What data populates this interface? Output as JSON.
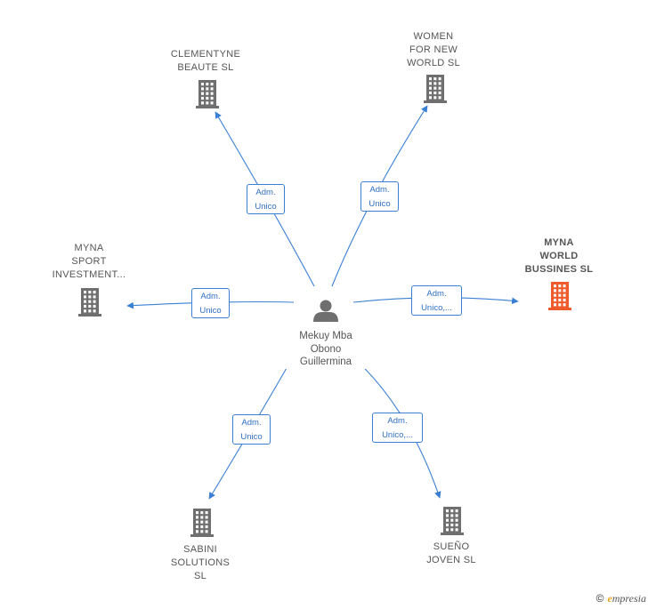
{
  "center": {
    "name_lines": [
      "Mekuy Mba",
      "Obono",
      "Guillermina"
    ],
    "icon": "person-icon"
  },
  "companies": [
    {
      "id": "clementyne",
      "lines": [
        "CLEMENTYNE",
        "BEAUTE  SL"
      ],
      "icon": "building-icon",
      "highlight": false
    },
    {
      "id": "women",
      "lines": [
        "WOMEN",
        "FOR NEW",
        "WORLD  SL"
      ],
      "icon": "building-icon",
      "highlight": false
    },
    {
      "id": "myna-sport",
      "lines": [
        "MYNA",
        "SPORT",
        "INVESTMENT..."
      ],
      "icon": "building-icon",
      "highlight": false
    },
    {
      "id": "myna-world",
      "lines": [
        "MYNA",
        "WORLD",
        "BUSSINES  SL"
      ],
      "icon": "building-icon",
      "highlight": true
    },
    {
      "id": "sabini",
      "lines": [
        "SABINI",
        "SOLUTIONS",
        "SL"
      ],
      "icon": "building-icon",
      "highlight": false
    },
    {
      "id": "sueno",
      "lines": [
        "SUEÑO",
        "JOVEN SL"
      ],
      "icon": "building-icon",
      "highlight": false
    }
  ],
  "relations": [
    {
      "to": "clementyne",
      "lines": [
        "Adm.",
        "Unico"
      ]
    },
    {
      "to": "women",
      "lines": [
        "Adm.",
        "Unico"
      ]
    },
    {
      "to": "myna-sport",
      "lines": [
        "Adm.",
        "Unico"
      ]
    },
    {
      "to": "myna-world",
      "lines": [
        "Adm.",
        "Unico,..."
      ]
    },
    {
      "to": "sabini",
      "lines": [
        "Adm.",
        "Unico"
      ]
    },
    {
      "to": "sueno",
      "lines": [
        "Adm.",
        "Unico,..."
      ]
    }
  ],
  "colors": {
    "edge": "#3a7fd4",
    "building": "#6f6f6f",
    "building_highlight": "#ee5a2c",
    "person": "#6f6f6f"
  },
  "brand": {
    "copyright": "©",
    "initial": "e",
    "rest": "mpresia"
  }
}
